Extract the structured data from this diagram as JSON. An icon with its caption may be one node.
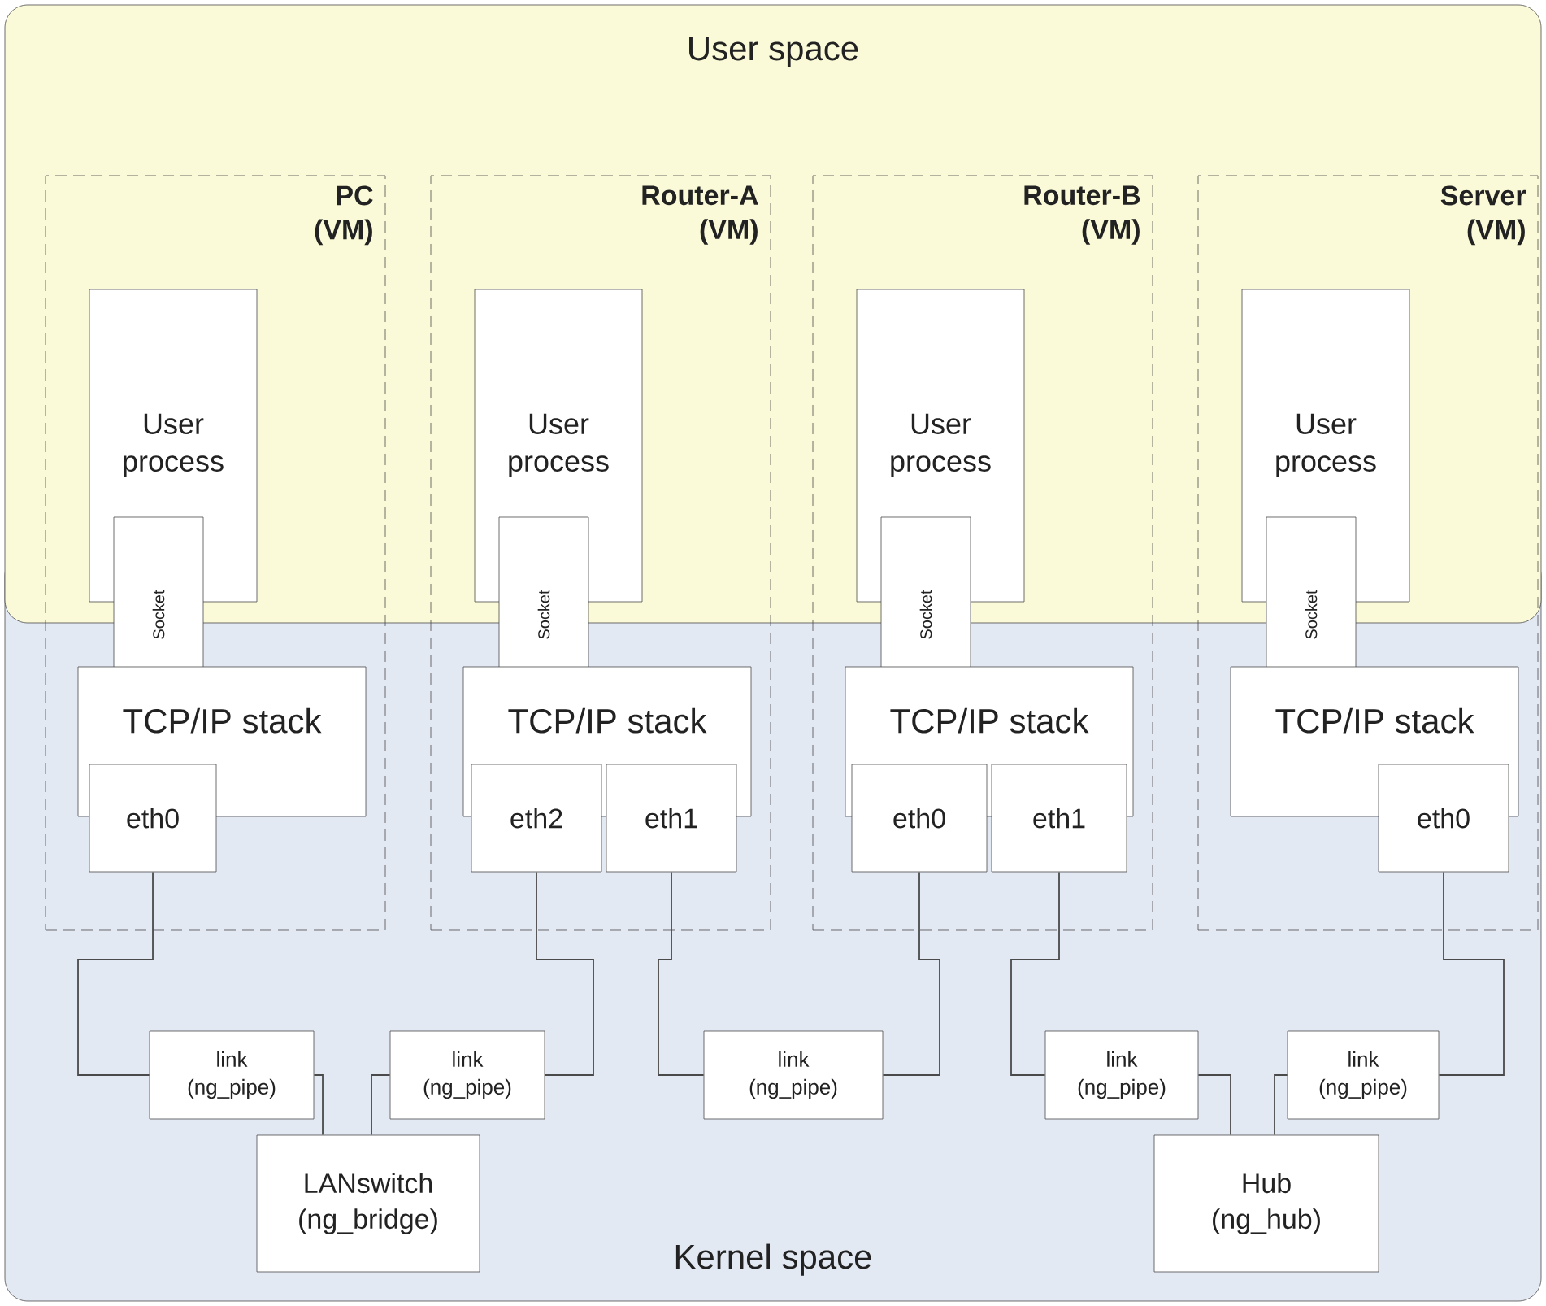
{
  "diagram": {
    "nodes": [
      {
        "text": [
          "User space"
        ]
      },
      {
        "text": [
          "Kernel space"
        ]
      },
      {
        "text": [
          "PC (VM)"
        ]
      },
      {
        "text": [
          "User process"
        ]
      },
      {
        "text": [
          "Socket"
        ],
        "in": 2
      },
      {
        "text": [
          "TCP/IP stack"
        ]
      },
      {
        "text": [
          "eth0"
        ]
      },
      {
        "text": [
          "Router-A (VM)"
        ]
      },
      {
        "text": [
          "User process"
        ]
      },
      {
        "text": [
          "Socket"
        ],
        "in": 7
      },
      {
        "text": [
          "TCP/IP stack"
        ]
      },
      {
        "text": [
          "eth2"
        ]
      },
      {
        "text": [
          "eth1"
        ]
      },
      {
        "text": [
          "Router-B (VM)"
        ]
      },
      {
        "text": [
          "User process"
        ]
      },
      {
        "text": [
          "Socket"
        ],
        "in": 13
      },
      {
        "text": [
          "TCP/IP stack"
        ]
      },
      {
        "text": [
          "eth0"
        ]
      },
      {
        "text": [
          "eth1"
        ]
      },
      {
        "text": [
          "Server (VM)"
        ]
      },
      {
        "text": [
          "User process"
        ]
      },
      {
        "text": [
          "Socket"
        ],
        "in": 19
      },
      {
        "text": [
          "TCP/IP stack"
        ]
      },
      {
        "text": [
          "eth0"
        ]
      },
      {
        "text": [
          "link (ng_pipe)"
        ],
        "in": 1
      },
      {
        "text": [
          "link (ng_pipe)"
        ],
        "in": 1
      },
      {
        "text": [
          "link (ng_pipe)"
        ],
        "in": 1
      },
      {
        "text": [
          "link (ng_pipe)"
        ],
        "in": 1
      },
      {
        "text": [
          "link (ng_pipe)"
        ],
        "in": 1
      },
      {
        "text": [
          "LANswitch (ng_bridge)"
        ],
        "in": 1
      },
      {
        "text": [
          "Hub (ng_hub)"
        ],
        "in": 1
      }
    ],
    "edges": [
      {
        "from": 6,
        "to": 24,
        "arrow": "none"
      },
      {
        "from": 24,
        "to": 29,
        "arrow": "none"
      },
      {
        "from": 11,
        "to": 25,
        "arrow": "none"
      },
      {
        "from": 25,
        "to": 29,
        "arrow": "none"
      },
      {
        "from": 12,
        "to": 26,
        "arrow": "none"
      },
      {
        "from": 26,
        "to": 17,
        "arrow": "none"
      },
      {
        "from": 18,
        "to": 27,
        "arrow": "none"
      },
      {
        "from": 27,
        "to": 30,
        "arrow": "none"
      },
      {
        "from": 23,
        "to": 28,
        "arrow": "none"
      },
      {
        "from": 28,
        "to": 30,
        "arrow": "none"
      }
    ]
  }
}
